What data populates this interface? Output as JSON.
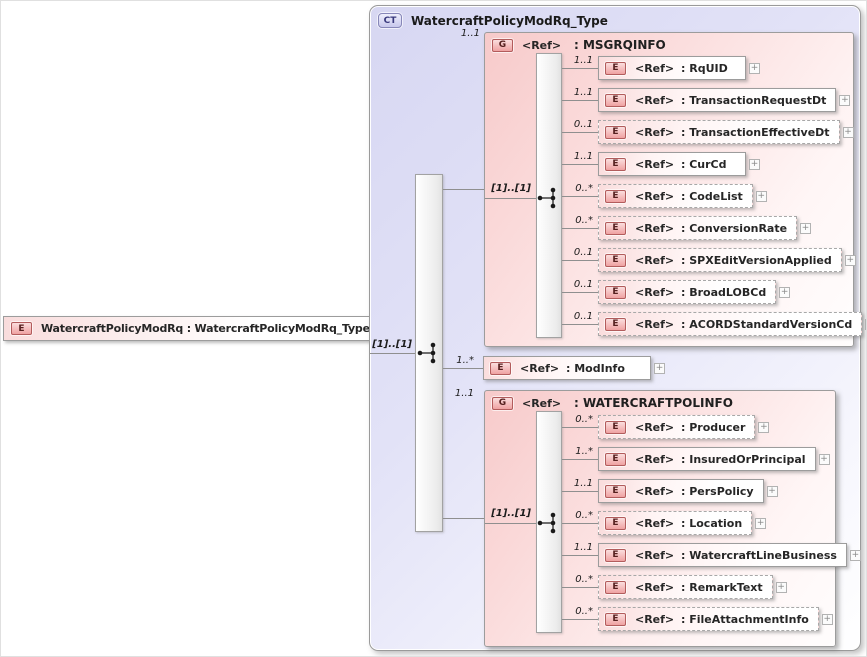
{
  "labels": {
    "ref": "<Ref>",
    "element_badge": "E",
    "group_badge": "G",
    "ct_badge": "CT"
  },
  "icons": {
    "expand": "+",
    "collapse": "−"
  },
  "root": {
    "label": "WatercraftPolicyModRq : WatercraftPolicyModRq_Type"
  },
  "container": {
    "title": "WatercraftPolicyModRq_Type",
    "model_card": "[1]..[1]"
  },
  "msgrq": {
    "card": "1..1",
    "name": ": MSGRQINFO",
    "model_card": "[1]..[1]",
    "items": [
      {
        "card": "1..1",
        "name": ": RqUID"
      },
      {
        "card": "1..1",
        "name": ": TransactionRequestDt"
      },
      {
        "card": "0..1",
        "name": ": TransactionEffectiveDt"
      },
      {
        "card": "1..1",
        "name": ": CurCd"
      },
      {
        "card": "0..*",
        "name": ": CodeList"
      },
      {
        "card": "0..*",
        "name": ": ConversionRate"
      },
      {
        "card": "0..1",
        "name": ": SPXEditVersionApplied"
      },
      {
        "card": "0..1",
        "name": ": BroadLOBCd"
      },
      {
        "card": "0..1",
        "name": ": ACORDStandardVersionCd"
      }
    ]
  },
  "modinfo": {
    "card": "1..*",
    "name": ": ModInfo"
  },
  "polinfo": {
    "card": "1..1",
    "name": ": WATERCRAFTPOLINFO",
    "model_card": "[1]..[1]",
    "items": [
      {
        "card": "0..*",
        "name": ": Producer"
      },
      {
        "card": "1..*",
        "name": ": InsuredOrPrincipal"
      },
      {
        "card": "1..1",
        "name": ": PersPolicy"
      },
      {
        "card": "0..*",
        "name": ": Location"
      },
      {
        "card": "1..1",
        "name": ": WatercraftLineBusiness"
      },
      {
        "card": "0..*",
        "name": ": RemarkText"
      },
      {
        "card": "0..*",
        "name": ": FileAttachmentInfo"
      }
    ]
  }
}
